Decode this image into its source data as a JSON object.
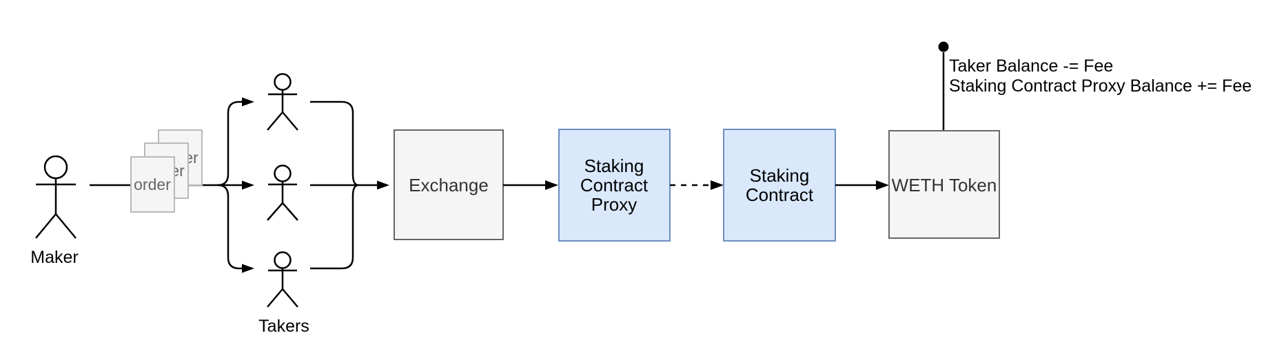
{
  "actors": {
    "maker": {
      "label": "Maker"
    },
    "takers": {
      "label": "Takers"
    }
  },
  "documents": [
    {
      "label": "order"
    },
    {
      "label": "order"
    },
    {
      "label": "order"
    }
  ],
  "nodes": {
    "exchange": {
      "lines": [
        "Exchange"
      ]
    },
    "staking_contract_proxy": {
      "lines": [
        "Staking",
        "Contract",
        "Proxy"
      ]
    },
    "staking_contract": {
      "lines": [
        "Staking",
        "Contract"
      ]
    },
    "weth_token": {
      "lines": [
        "WETH Token"
      ]
    }
  },
  "annotation": {
    "lines": [
      "Taker Balance -= Fee",
      "Staking Contract Proxy Balance += Fee"
    ]
  },
  "colors": {
    "line": "#000000",
    "gray_node_fill": "#f5f5f5",
    "gray_node_stroke": "#666666",
    "gray_node_text": "#333333",
    "blue_node_fill": "#dae8fc",
    "blue_node_stroke": "#6c8ebf",
    "blue_node_text": "#000000",
    "document_fill": "#f5f5f5",
    "document_stroke": "#b8b8b8",
    "document_text": "#666666"
  }
}
